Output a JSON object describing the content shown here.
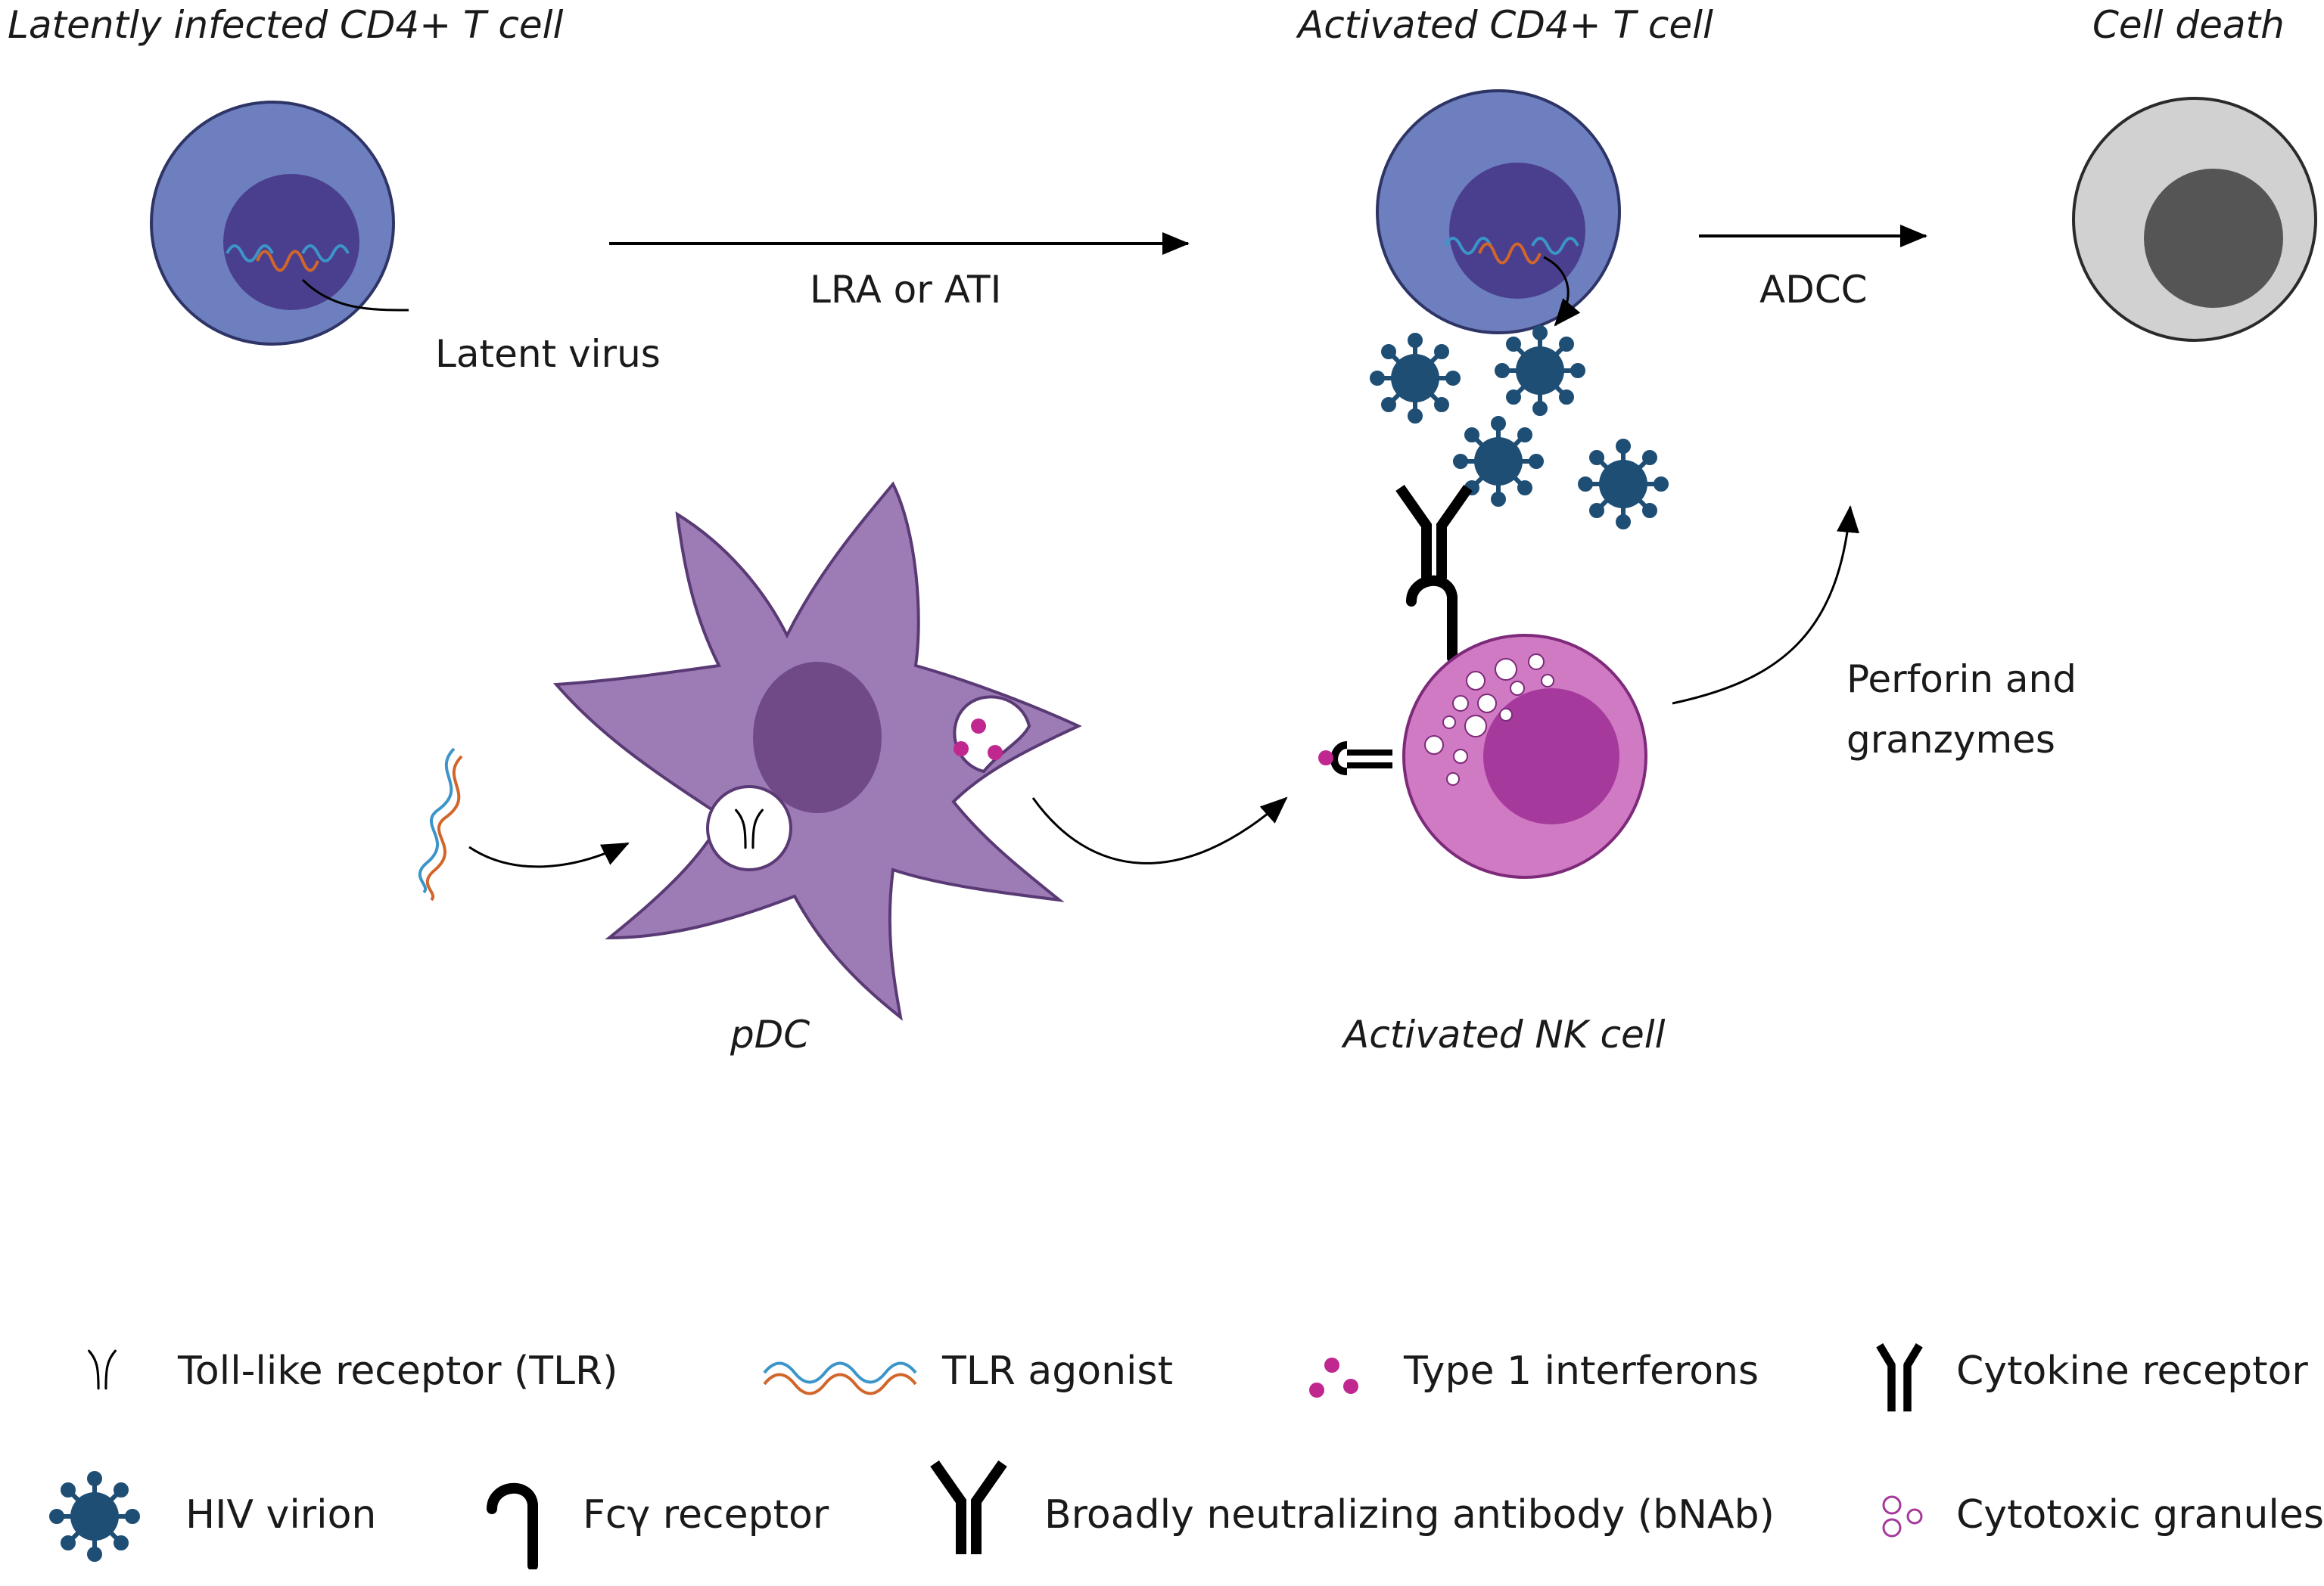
{
  "labels": {
    "latent_cell": "Latently infected CD4+ T cell",
    "activated_cell": "Activated CD4+ T cell",
    "cell_death": "Cell death",
    "latent_virus": "Latent virus",
    "lra_ati": "LRA or ATI",
    "adcc": "ADCC",
    "perforin_line1": "Perforin and",
    "perforin_line2": "granzymes",
    "pdc": "pDC",
    "nk_cell": "Activated NK cell"
  },
  "legend": {
    "tlr": "Toll-like receptor (TLR)",
    "tlr_agonist": "TLR agonist",
    "interferons": "Type 1 interferons",
    "cytokine_receptor": "Cytokine receptor",
    "hiv_virion": "HIV virion",
    "fc_receptor": "Fcγ receptor",
    "bnab": "Broadly neutralizing antibody (bNAb)",
    "granules": "Cytotoxic granules"
  },
  "colors": {
    "tcell": "#6e7fbf",
    "tcell_nucleus": "#4a3f8e",
    "dead_cell": "#d1d1d1",
    "dead_nucleus": "#555555",
    "pdc": "#9d7bb5",
    "pdc_nucleus": "#6f4a86",
    "nk_cell": "#cf7ac3",
    "nk_nucleus": "#a5399c",
    "virion": "#1f4e75",
    "interferon": "#c0278f",
    "rna_blue": "#3c95c9",
    "rna_orange": "#d2662a"
  }
}
